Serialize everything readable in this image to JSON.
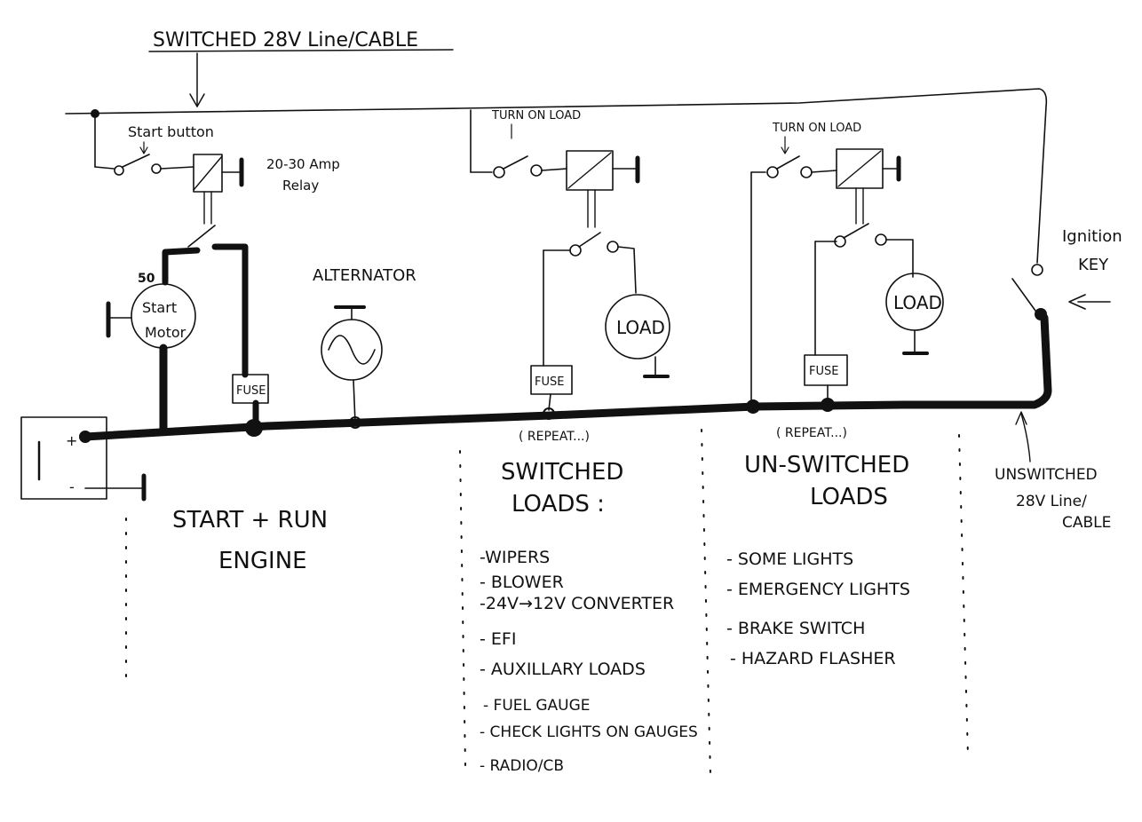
{
  "colors": {
    "ink": "#111111",
    "paper": "#ffffff"
  },
  "labels": {
    "switched_line": "SWITCHED 28V Line/CABLE",
    "start_button": "Start button",
    "relay_amp": "20-30 Amp",
    "relay_word": "Relay",
    "terminal_50": "50",
    "start_motor_1": "Start",
    "start_motor_2": "Motor",
    "alternator": "ALTERNATOR",
    "fuse": "FUSE",
    "turn_on_load": "TURN ON LOAD",
    "load": "LOAD",
    "ignition_1": "Ignition",
    "ignition_2": "KEY",
    "repeat": "( REPEAT...)",
    "battery_plus": "+",
    "battery_minus": "-",
    "unswitched_1": "UNSWITCHED",
    "unswitched_2": "28V Line/",
    "unswitched_3": "CABLE"
  },
  "sections": {
    "engine": {
      "title_1": "START + RUN",
      "title_2": "ENGINE"
    },
    "switched": {
      "title_1": "SWITCHED",
      "title_2": "LOADS :",
      "items": [
        "-WIPERS",
        "- BLOWER",
        "-24V→12V CONVERTER",
        "- EFI",
        "- AUXILLARY LOADS",
        "- FUEL GAUGE",
        "- CHECK LIGHTS ON GAUGES",
        "- RADIO/CB"
      ]
    },
    "unswitched": {
      "title_1": "UN-SWITCHED",
      "title_2": "LOADS",
      "items": [
        "- SOME LIGHTS",
        "- EMERGENCY LIGHTS",
        "- BRAKE SWITCH",
        "- HAZARD FLASHER"
      ]
    }
  }
}
